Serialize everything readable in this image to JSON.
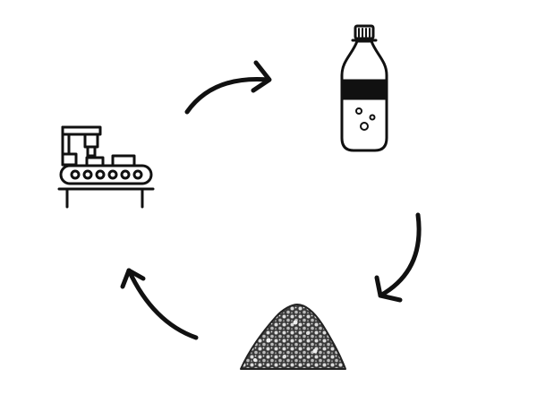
{
  "diagram": {
    "type": "cycle",
    "nodes": [
      {
        "id": "factory",
        "icon": "factory-conveyor-icon"
      },
      {
        "id": "bottle",
        "icon": "plastic-bottle-icon"
      },
      {
        "id": "pellets",
        "icon": "plastic-pellets-pile-icon"
      }
    ],
    "flow": [
      {
        "from": "factory",
        "to": "bottle"
      },
      {
        "from": "bottle",
        "to": "pellets"
      },
      {
        "from": "pellets",
        "to": "factory"
      }
    ]
  },
  "colors": {
    "background": "#ffffff",
    "ink": "#111111"
  }
}
